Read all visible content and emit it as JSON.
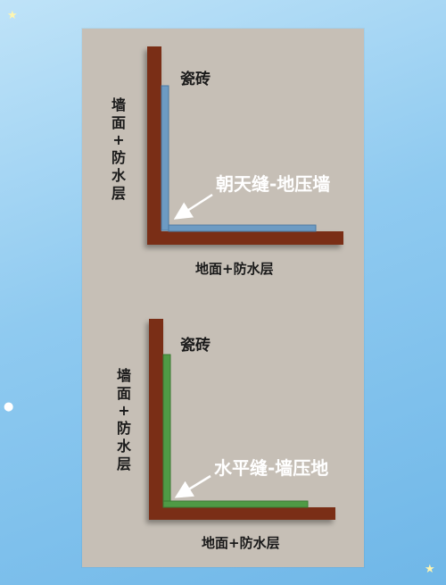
{
  "colors": {
    "background": "#8fcaf0",
    "panel": "#c6bfb6",
    "structure": "#7a2d16",
    "waterproof_blue": "#6d9bc3",
    "waterproof_green": "#4f9a45",
    "annotation": "#ffffff"
  },
  "diagram_top": {
    "tile_label": "瓷砖",
    "wall_label": [
      "墙",
      "面",
      "+",
      "防",
      "水",
      "层"
    ],
    "seam_label": "朝天缝-地压墙",
    "floor_label": "地面+防水层"
  },
  "diagram_bottom": {
    "tile_label": "瓷砖",
    "wall_label": [
      "墙",
      "面",
      "+",
      "防",
      "水",
      "层"
    ],
    "seam_label": "水平缝-墙压地",
    "floor_label": "地面+防水层"
  },
  "decorations": [
    "star-icon",
    "sparkle-icon"
  ]
}
